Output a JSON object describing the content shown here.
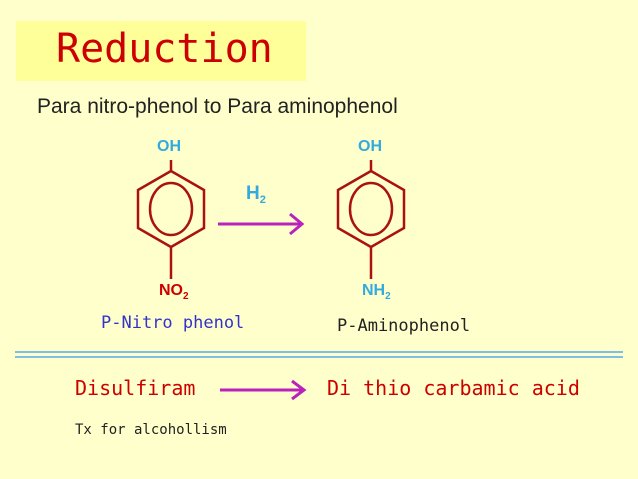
{
  "title": "Reduction",
  "subtitle": "Para nitro-phenol  to   Para aminophenol",
  "reaction1": {
    "reactant": {
      "top_group": "OH",
      "bottom_group": "NO",
      "bottom_subscript": "2",
      "name": "P-Nitro phenol"
    },
    "reagent": {
      "label": "H",
      "subscript": "2"
    },
    "product": {
      "top_group": "OH",
      "bottom_group": "NH",
      "bottom_subscript": "2",
      "name": "P-Aminophenol"
    }
  },
  "reaction2": {
    "reactant": "Disulfiram",
    "product": "Di thio carbamic acid",
    "note": "Tx for alcohollism"
  },
  "colors": {
    "background": "#ffffcc",
    "title_box": "#ffff99",
    "title": "#cc0000",
    "ring": "#aa1111",
    "arrow": "#bb22bb",
    "divider": "#55aaee"
  }
}
